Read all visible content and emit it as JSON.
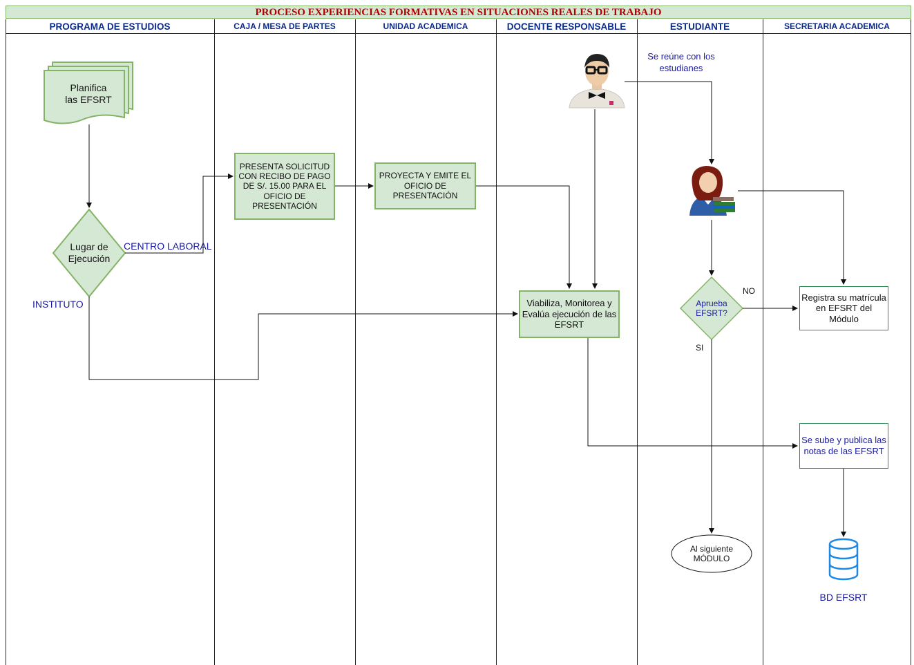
{
  "title": "PROCESO EXPERIENCIAS FORMATIVAS EN SITUACIONES REALES DE TRABAJO",
  "lanes": [
    "PROGRAMA DE ESTUDIOS",
    "CAJA / MESA DE PARTES",
    "UNIDAD ACADEMICA",
    "DOCENTE RESPONSABLE",
    "ESTUDIANTE",
    "SECRETARIA ACADEMICA"
  ],
  "nodes": {
    "planifica": "Planifica las EFSRT",
    "lugar": "Lugar de Ejecución",
    "presenta": "PRESENTA SOLICITUD CON RECIBO DE PAGO DE S/. 15.00 PARA EL OFICIO DE PRESENTACIÓN",
    "proyecta": "PROYECTA Y EMITE EL OFICIO DE PRESENTACIÓN",
    "viabiliza": "Viabiliza, Monitorea y Evalúa ejecución de las EFSRT",
    "aprueba": "Aprueba EFSRT?",
    "registra": "Registra su matrícula en EFSRT del Módulo",
    "sube": "Se sube y publica las notas de las EFSRT",
    "siguiente": "Al siguiente MÓDULO",
    "bd": "BD EFSRT",
    "reune": "Se reúne con los estudianes"
  },
  "edge_labels": {
    "centro": "CENTRO LABORAL",
    "instituto": "INSTITUTO",
    "no": "NO",
    "si": "SI"
  },
  "icons": [
    "teacher-icon",
    "student-with-books-icon",
    "database-icon"
  ],
  "colors": {
    "box_fill": "#d5e8d4",
    "box_border": "#82b366",
    "title": "#b20000",
    "lane_header": "#0b2a8a"
  }
}
